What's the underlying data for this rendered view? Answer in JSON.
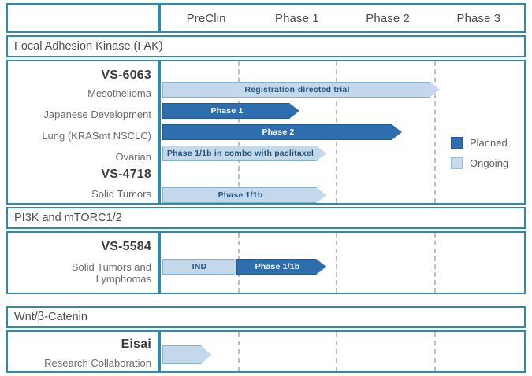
{
  "header": {
    "empty_label": "",
    "phases": [
      "PreClin",
      "Phase 1",
      "Phase 2",
      "Phase 3"
    ]
  },
  "legend": {
    "items": [
      {
        "label": "Planned",
        "color": "#2f6eae",
        "status": "planned"
      },
      {
        "label": "Ongoing",
        "color": "#c8dbeb",
        "status": "ongoing"
      }
    ]
  },
  "colors": {
    "border": "#2b8ca3",
    "planned": "#2f6eae",
    "ongoing": "#c3d8ea",
    "gridline": "#bfbfbf",
    "text": "#4d4d4d"
  },
  "sections": [
    {
      "title": "Focal Adhesion Kinase (FAK)",
      "programs": [
        {
          "drug": "VS-6063",
          "rows": [
            {
              "indication": "Mesothelioma",
              "bar_label": "Registration-directed  trial",
              "status": "ongoing"
            },
            {
              "indication": "Japanese Development",
              "bar_label": "Phase 1",
              "status": "planned"
            },
            {
              "indication": "Lung (KRASmt  NSCLC)",
              "bar_label": "Phase 2",
              "status": "planned"
            },
            {
              "indication": "Ovarian",
              "bar_label": "Phase 1/1b in combo with paclitaxel",
              "status": "ongoing"
            }
          ]
        },
        {
          "drug": "VS-4718",
          "rows": [
            {
              "indication": "Solid Tumors",
              "bar_label": "Phase 1/1b",
              "status": "ongoing"
            }
          ]
        }
      ]
    },
    {
      "title": "PI3K and mTORC1/2",
      "programs": [
        {
          "drug": "VS-5584",
          "rows": [
            {
              "indication": "Solid Tumors and Lymphomas",
              "bar_label": "IND",
              "bar_label_2": "Phase 1/1b",
              "status": "ongoing",
              "status_2": "planned"
            }
          ]
        }
      ]
    },
    {
      "title": "Wnt/β-Catenin",
      "programs": [
        {
          "drug": "Eisai",
          "rows": [
            {
              "indication": "Research  Collaboration",
              "bar_label": "",
              "status": "ongoing"
            }
          ]
        }
      ]
    }
  ]
}
